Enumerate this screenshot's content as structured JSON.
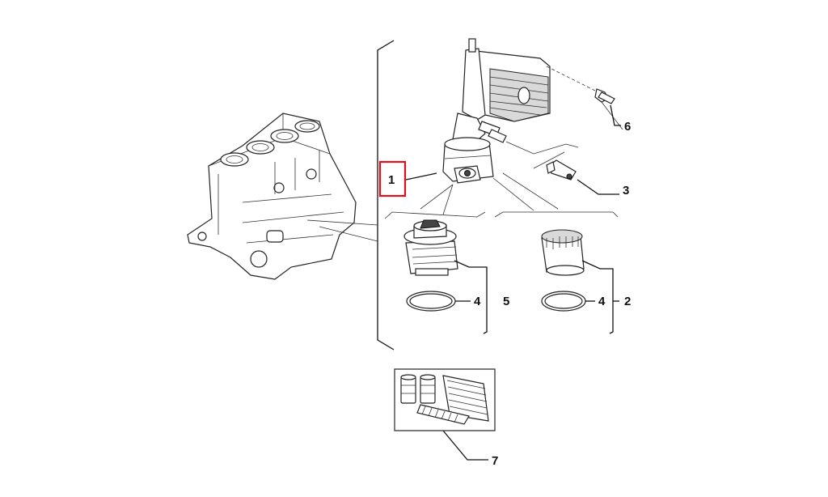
{
  "callouts": {
    "c1": "1",
    "c2": "2",
    "c3": "3",
    "c4a": "4",
    "c4b": "4",
    "c5": "5",
    "c6": "6",
    "c7": "7"
  },
  "highlight_color": "#e0101a"
}
